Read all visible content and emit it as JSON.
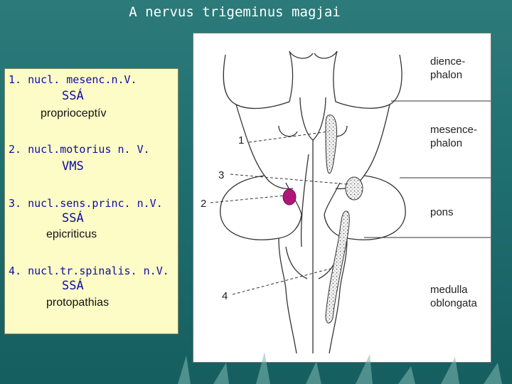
{
  "title": "A nervus trigeminus magjai",
  "nuclei": [
    {
      "head": "1. nucl. mesenc.n.V.",
      "sub": "SSÁ",
      "desc": "proprioceptív"
    },
    {
      "head": "2. nucl.motorius n. V.",
      "sub": "VMS",
      "desc": ""
    },
    {
      "head": "3. nucl.sens.princ. n.V.",
      "sub": "SSÁ",
      "desc": "epicriticus"
    },
    {
      "head": "4. nucl.tr.spinalis. n.V.",
      "sub": "SSÁ",
      "desc": "protopathias"
    }
  ],
  "figure": {
    "regions": [
      {
        "line1": "dience-",
        "line2": "phalon"
      },
      {
        "line1": "mesence-",
        "line2": "phalon"
      },
      {
        "line1": "pons",
        "line2": ""
      },
      {
        "line1": "medulla",
        "line2": "oblongata"
      }
    ],
    "markers": [
      "1",
      "2",
      "3",
      "4"
    ],
    "colors": {
      "motor_nucleus": "#b0157a",
      "outline": "#333333"
    }
  }
}
